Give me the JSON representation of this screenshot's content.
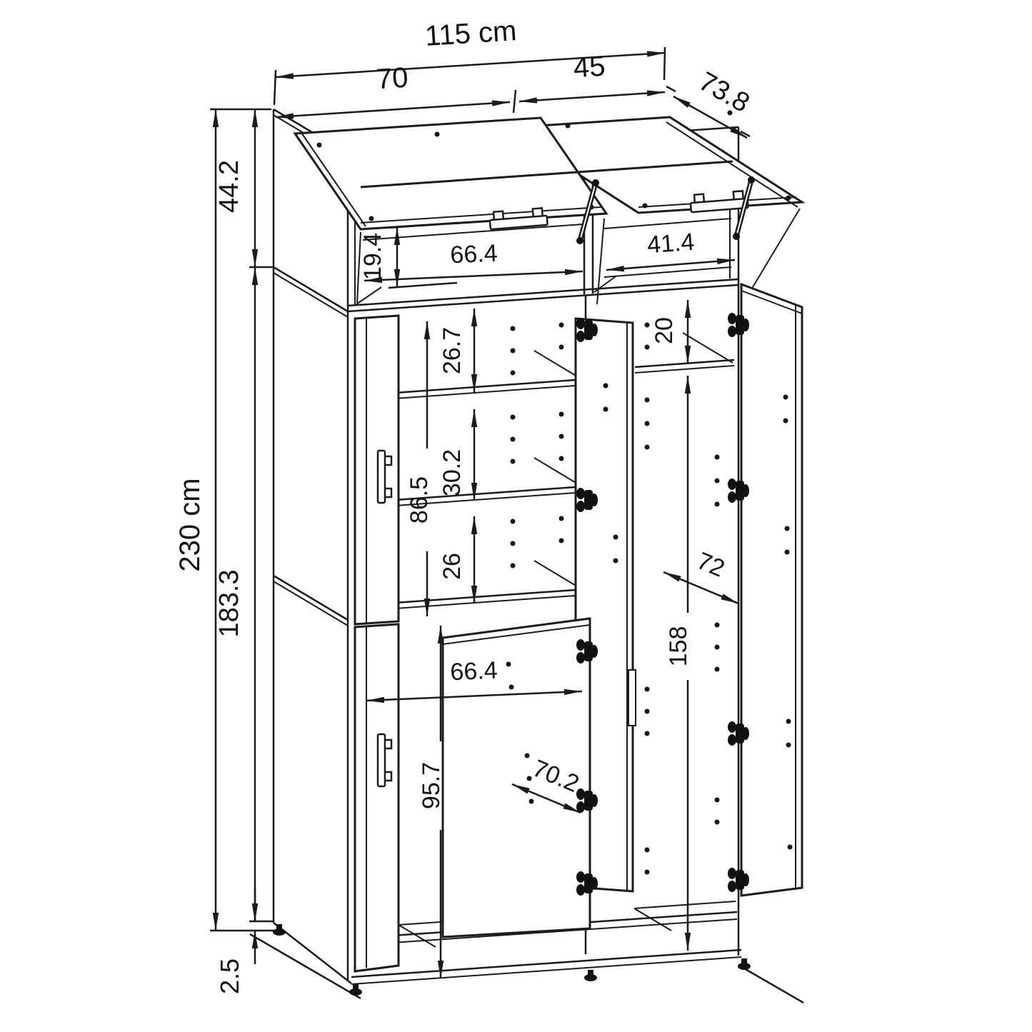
{
  "drawing": {
    "kind": "furniture technical drawing",
    "subject": "tall two-section cabinet with open flap doors, shelves and open hinged doors",
    "units": "cm",
    "line_color": "#1b1b1b",
    "background": "#ffffff"
  },
  "dims": {
    "overall_width": "115 cm",
    "left_width": "70",
    "right_width": "45",
    "depth": "73.8",
    "top_height": "44.2",
    "top_inner_height": "19.4",
    "top_left_inner_width": "66.4",
    "top_right_inner_width": "41.4",
    "gap1": "26.7",
    "right_top_gap": "20",
    "upper_door": "86.5",
    "gap2": "30.2",
    "gap3": "26",
    "right_inner_depth": "72",
    "right_inner_height": "158",
    "lower_inner_width": "66.4",
    "lower_door": "95.7",
    "door_width_open": "70.2",
    "lower_height": "183.3",
    "overall_height": "230 cm",
    "plinth": "2.5"
  }
}
